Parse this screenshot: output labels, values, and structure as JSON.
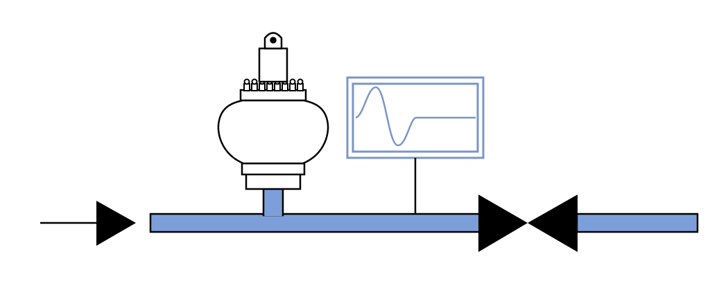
{
  "diagram": {
    "type": "piping-schematic",
    "components": [
      "flow-direction-arrow",
      "pipe",
      "pressure-vessel-accumulator",
      "signal-monitor",
      "shutoff-valve"
    ]
  },
  "colors": {
    "background": "#ffffff",
    "pipe_fill": "#7c9fd9",
    "outline": "#000000",
    "monitor_frame": "#7896cb",
    "waveform": "#7896cb"
  }
}
